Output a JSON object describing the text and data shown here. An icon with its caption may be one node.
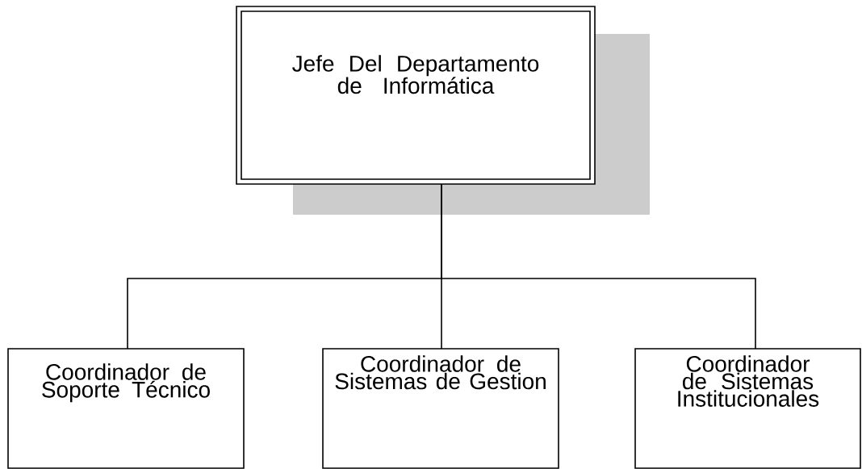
{
  "diagram": {
    "nodes": [
      {
        "text": [
          "Jefe Del Departamento de Informática"
        ]
      },
      {
        "text": [
          "Coordinador de Soporte Técnico"
        ]
      },
      {
        "text": [
          "Coordinador de Sistemas de Gestion"
        ]
      },
      {
        "text": [
          "Coordinador de Sistemas Institucionales"
        ]
      }
    ],
    "edges": [
      {
        "from": 0,
        "to": 1,
        "arrow": "none"
      },
      {
        "from": 0,
        "to": 2,
        "arrow": "none"
      },
      {
        "from": 0,
        "to": 3,
        "arrow": "none"
      }
    ]
  }
}
